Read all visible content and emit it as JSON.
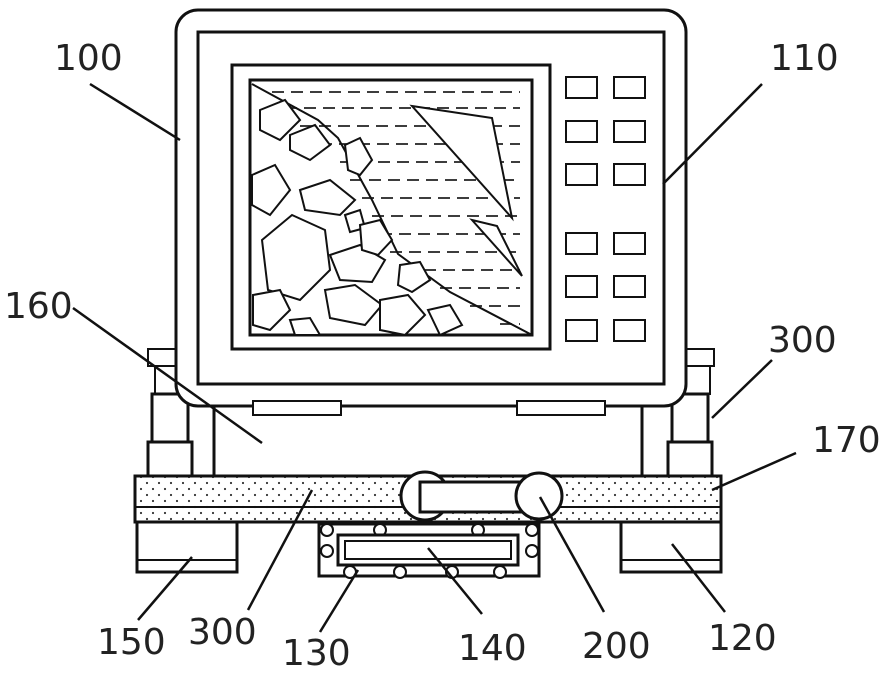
{
  "labels": {
    "l100": "100",
    "l110": "110",
    "l160": "160",
    "l300_right": "300",
    "l170": "170",
    "l150": "150",
    "l300_bottom": "300",
    "l130": "130",
    "l140": "140",
    "l200": "200",
    "l120": "120"
  },
  "colors": {
    "stroke": "#111111",
    "background": "#ffffff",
    "label": "#222222"
  }
}
